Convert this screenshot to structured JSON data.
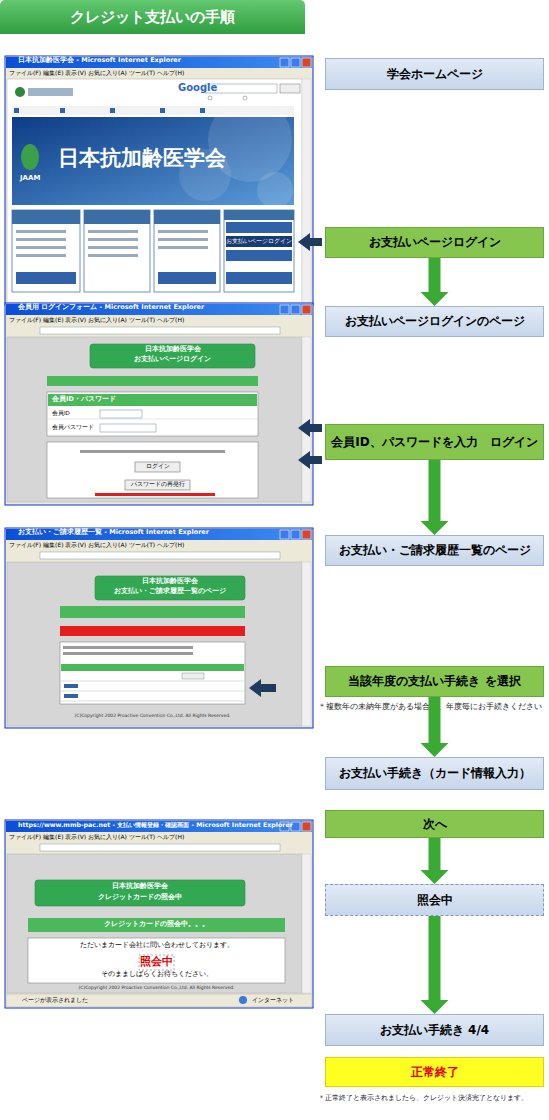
{
  "diagram": {
    "title": "クレジット支払いの手順",
    "nodes": [
      {
        "text": [
          "学会ホームページ"
        ]
      },
      {
        "text": [
          "お支払いページログイン"
        ]
      },
      {
        "text": [
          "お支払いページログインのページ"
        ]
      },
      {
        "text": [
          "会員ID、パスワードを入力　ログイン"
        ]
      },
      {
        "text": [
          "お支払い・ご請求履歴一覧のページ"
        ]
      },
      {
        "text": [
          "当該年度の支払い手続き を選択"
        ]
      },
      {
        "text": [
          "お支払い手続き（カード情報入力）"
        ]
      },
      {
        "text": [
          "次へ"
        ]
      },
      {
        "text": [
          "照会中"
        ]
      },
      {
        "text": [
          "お支払い手続き 4/4"
        ]
      },
      {
        "text": [
          "正常終了"
        ]
      }
    ],
    "edges": [
      {
        "from": 1,
        "to": 2,
        "arrow": "to"
      },
      {
        "from": 3,
        "to": 4,
        "arrow": "to"
      },
      {
        "from": 5,
        "to": 6,
        "arrow": "to"
      },
      {
        "from": 7,
        "to": 8,
        "arrow": "to"
      },
      {
        "from": 8,
        "to": 9,
        "arrow": "to"
      }
    ],
    "labels": [
      "日本抗加齢医学会 - Microsoft Internet Explorer",
      "ファイル(F) 編集(E) 表示(V) お気に入り(A) ツール(T) ヘルプ(H)",
      "Google",
      "日本抗加齢医学会",
      "JAAM",
      "お支払いページログイン",
      "会員用 ログインフォーム - Microsoft Internet Explorer",
      "ファイル(F) 編集(E) 表示(V) お気に入り(A) ツール(T) ヘルプ(H)",
      "日本抗加齢医学会",
      "お支払いページログイン",
      "会員ID・パスワード",
      "会員ID",
      "会員パスワード",
      "ログイン",
      "パスワードの再発行",
      "お支払い・ご請求履歴一覧 - Microsoft Internet Explorer",
      "ファイル(F) 編集(E) 表示(V) お気に入り(A) ツール(T) ヘルプ(H)",
      "日本抗加齢医学会",
      "お支払い・ご請求履歴一覧のページ",
      "(C)Copyright 2002 Proactive Convention Co.,Ltd. All Rights Reserved.",
      "https://www.mmb-pac.net - 支払い情報登録・確認画面 - Microsoft Internet Explorer",
      "ファイル(F) 編集(E) 表示(V) お気に入り(A) ツール(T) ヘルプ(H)",
      "日本抗加齢医学会",
      "クレジットカードの照会中",
      "クレジットカードの照会中。。。",
      "ただいまカード会社に問い合わせしております。",
      "照会中",
      "そのまましばらくお待ちください。",
      "(C)Copyright 2002 Proactive Convention Co.,Ltd. All Rights Reserved.",
      "ページが表示されました",
      "インターネット",
      "＊複数年の未納年度がある場合は、年度毎にお手続きください",
      "＊正常終了と表示されましたら、クレジット決済完了となります。"
    ]
  }
}
